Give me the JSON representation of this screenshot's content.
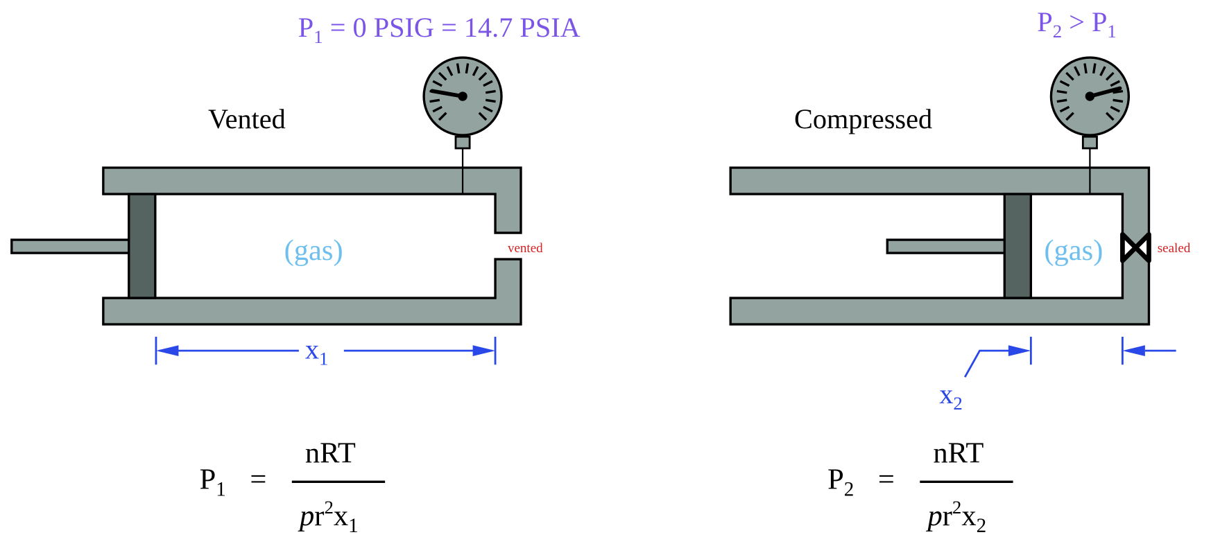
{
  "colors": {
    "pressure_label": "#7b55e6",
    "dimension": "#2a48e8",
    "gas": "#6fbfee",
    "port_label": "#d42020",
    "cylinder": "#93a3a0",
    "piston": "#566461"
  },
  "left": {
    "title": "Vented",
    "pressure_label": {
      "symbol": "P",
      "sub": "1",
      "rest": " = 0 PSIG = 14.7 PSIA"
    },
    "gas_label": "(gas)",
    "port_label": "vented",
    "dimension": {
      "symbol": "x",
      "sub": "1"
    },
    "gauge_reading": "low",
    "equation": {
      "lhs_symbol": "P",
      "lhs_sub": "1",
      "equals": "=",
      "numerator": "nRT",
      "den_pi": "p",
      "den_r": "r",
      "den_exp": "2",
      "den_x": "x",
      "den_sub": "1"
    }
  },
  "right": {
    "title": "Compressed",
    "pressure_label": {
      "symbol": "P",
      "sub": "2",
      "mid": " > P",
      "sub2": "1"
    },
    "gas_label": "(gas)",
    "port_label": "sealed",
    "dimension": {
      "symbol": "x",
      "sub": "2"
    },
    "gauge_reading": "high",
    "equation": {
      "lhs_symbol": "P",
      "lhs_sub": "2",
      "equals": "=",
      "numerator": "nRT",
      "den_pi": "p",
      "den_r": "r",
      "den_exp": "2",
      "den_x": "x",
      "den_sub": "2"
    }
  }
}
